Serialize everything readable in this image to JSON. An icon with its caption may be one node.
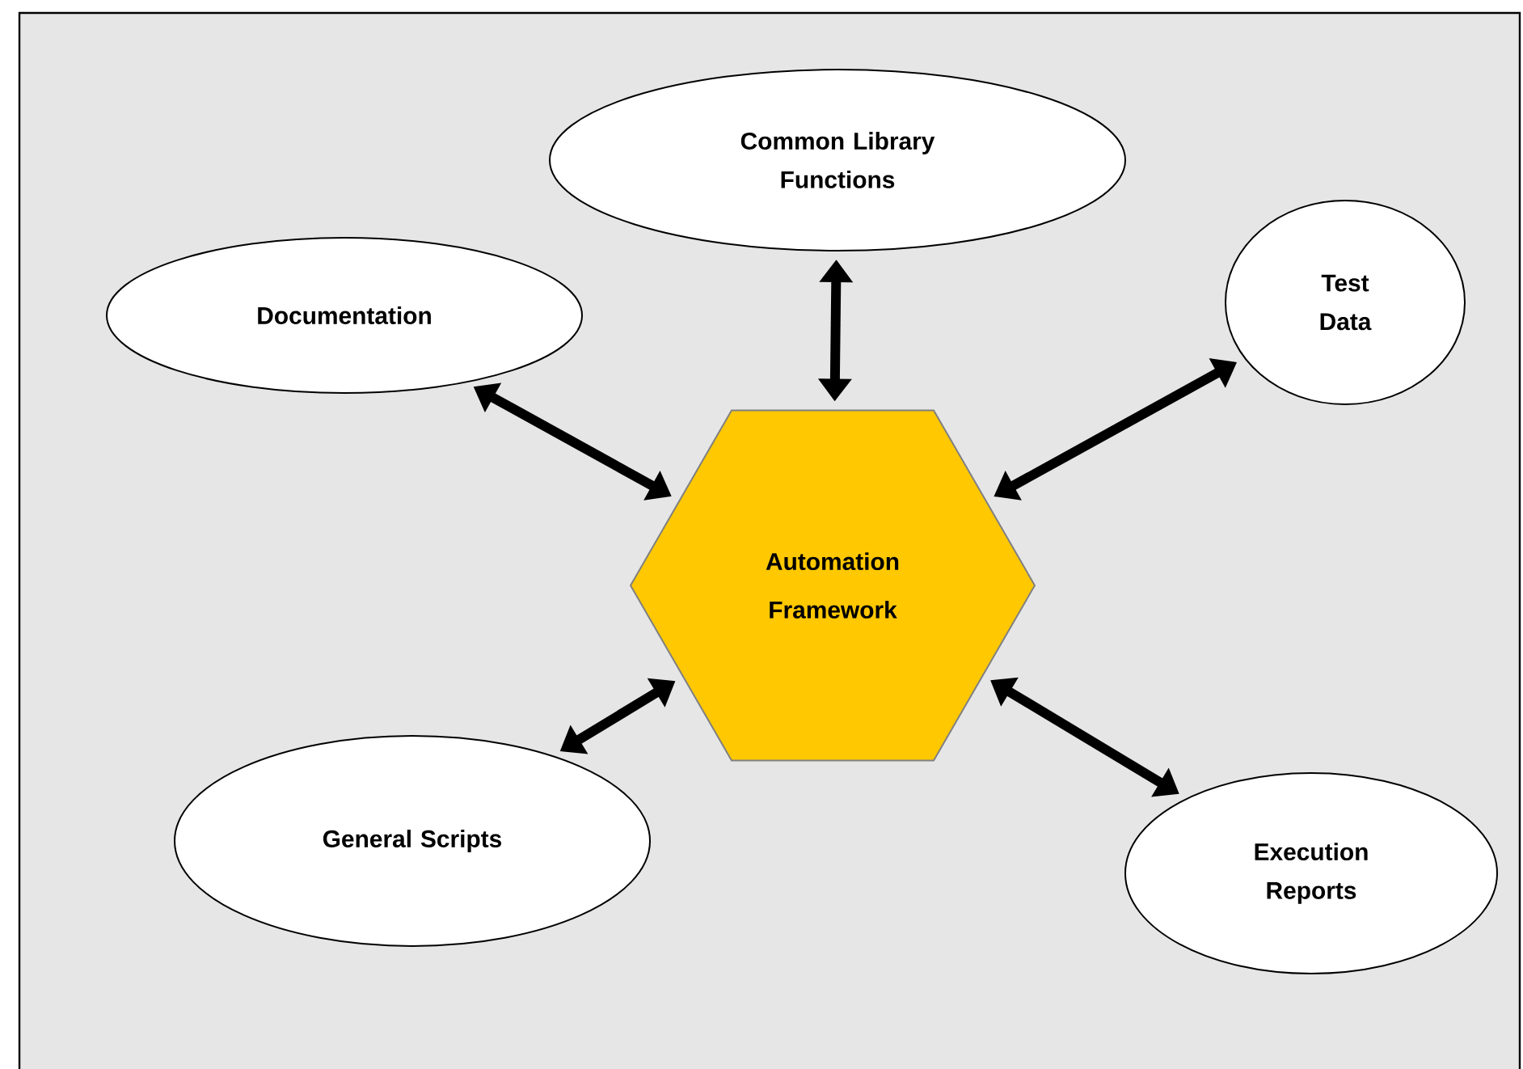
{
  "diagram": {
    "nodes": [
      {
        "text": [
          "Automation Framework"
        ]
      },
      {
        "text": [
          "Common Library Functions"
        ]
      },
      {
        "text": [
          "Documentation"
        ]
      },
      {
        "text": [
          "Test Data"
        ]
      },
      {
        "text": [
          "General Scripts"
        ]
      },
      {
        "text": [
          "Execution Reports"
        ]
      }
    ],
    "edges": [
      {
        "from": 0,
        "to": 1,
        "arrow": "both"
      },
      {
        "from": 0,
        "to": 2,
        "arrow": "both"
      },
      {
        "from": 0,
        "to": 3,
        "arrow": "both"
      },
      {
        "from": 0,
        "to": 4,
        "arrow": "both"
      },
      {
        "from": 0,
        "to": 5,
        "arrow": "both"
      }
    ]
  }
}
